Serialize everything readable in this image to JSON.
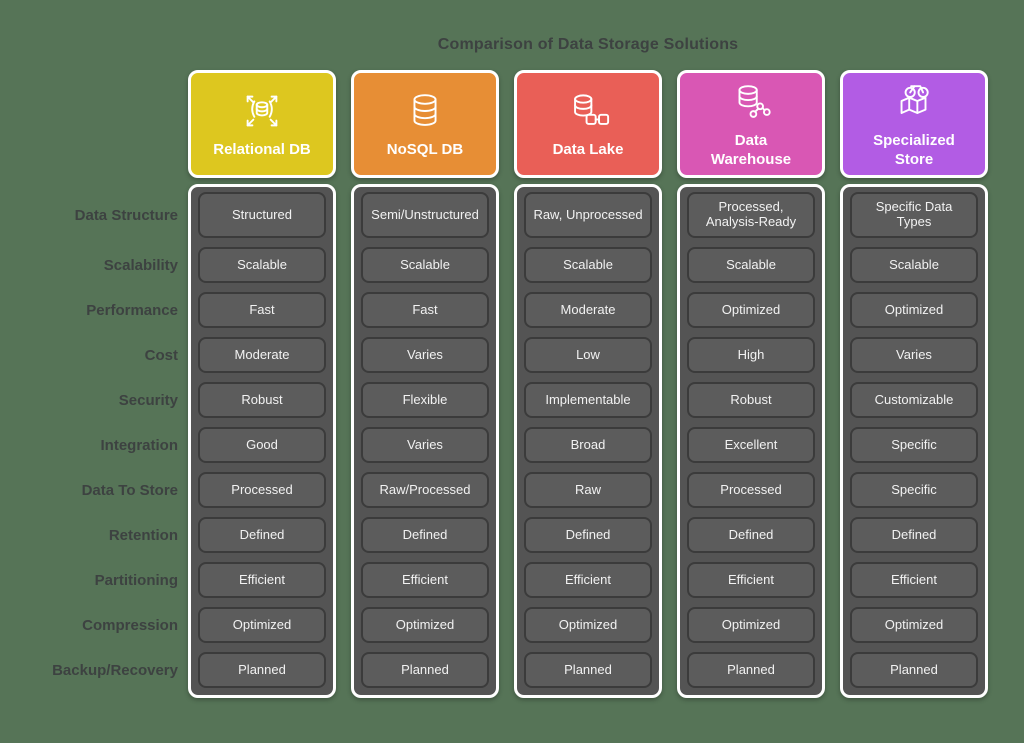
{
  "title": "Comparison of Data Storage Solutions",
  "theme": {
    "background": "#567457",
    "heading_text": "#3d4241",
    "panel_background": "#545454",
    "cell_background": "#5c5c5c",
    "cell_border": "#3b3b3b",
    "cell_text": "#f2f2f2",
    "card_border": "#ffffff"
  },
  "rows": [
    "Data Structure",
    "Scalability",
    "Performance",
    "Cost",
    "Security",
    "Integration",
    "Data To Store",
    "Retention",
    "Partitioning",
    "Compression",
    "Backup/Recovery"
  ],
  "columns": [
    {
      "name": "Relational DB",
      "color": "#ddc71f",
      "icon": "scaling-database-icon",
      "values": [
        "Structured",
        "Scalable",
        "Fast",
        "Moderate",
        "Robust",
        "Good",
        "Processed",
        "Defined",
        "Efficient",
        "Optimized",
        "Planned"
      ]
    },
    {
      "name": "NoSQL DB",
      "color": "#e78e35",
      "icon": "database-icon",
      "values": [
        "Semi/Unstructured",
        "Scalable",
        "Fast",
        "Varies",
        "Flexible",
        "Varies",
        "Raw/Processed",
        "Defined",
        "Efficient",
        "Optimized",
        "Planned"
      ]
    },
    {
      "name": "Data Lake",
      "color": "#e95f57",
      "icon": "database-containers-icon",
      "values": [
        "Raw, Unprocessed",
        "Scalable",
        "Moderate",
        "Low",
        "Implementable",
        "Broad",
        "Raw",
        "Defined",
        "Efficient",
        "Optimized",
        "Planned"
      ]
    },
    {
      "name": "Data Warehouse",
      "color": "#d957b4",
      "icon": "database-analytics-icon",
      "values": [
        "Processed, Analysis-Ready",
        "Scalable",
        "Optimized",
        "High",
        "Robust",
        "Excellent",
        "Processed",
        "Defined",
        "Efficient",
        "Optimized",
        "Planned"
      ]
    },
    {
      "name": "Specialized Store",
      "color": "#b25ce4",
      "icon": "map-bicycle-icon",
      "values": [
        "Specific Data Types",
        "Scalable",
        "Optimized",
        "Varies",
        "Customizable",
        "Specific",
        "Specific",
        "Defined",
        "Efficient",
        "Optimized",
        "Planned"
      ]
    }
  ]
}
